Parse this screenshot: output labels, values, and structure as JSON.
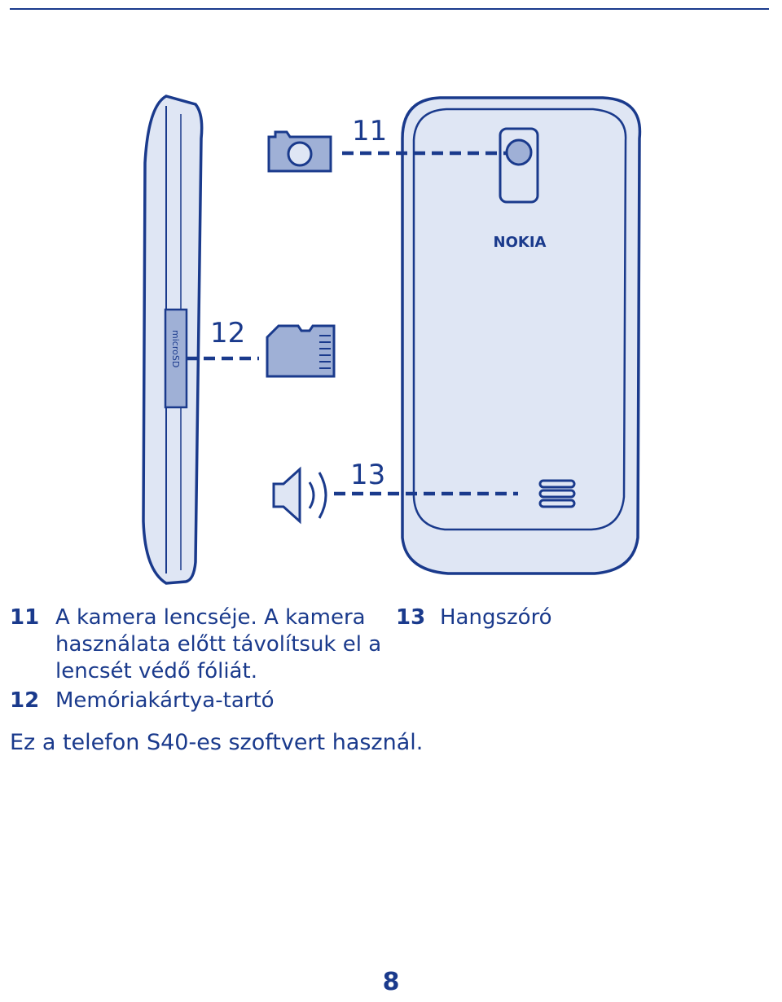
{
  "figure": {
    "brand_logo": "NOKIA",
    "microsd_label": "microSD",
    "callouts": [
      {
        "number": "11"
      },
      {
        "number": "12"
      },
      {
        "number": "13"
      }
    ],
    "colors": {
      "outline": "#1a3a8c",
      "device_fill": "#dfe6f4",
      "icon_fill": "#9fb0d6"
    },
    "icons": [
      "camera-icon",
      "memory-card-icon",
      "speaker-icon"
    ]
  },
  "legend": {
    "item11": {
      "number": "11",
      "text": "A kamera lencséje. A kamera használata előtt távolítsuk el a lencsét védő fóliát."
    },
    "item12": {
      "number": "12",
      "text": "Memóriakártya-tartó"
    },
    "item13": {
      "number": "13",
      "text": "Hangszóró"
    }
  },
  "note": "Ez a telefon S40-es szoftvert használ.",
  "page_number": "8"
}
